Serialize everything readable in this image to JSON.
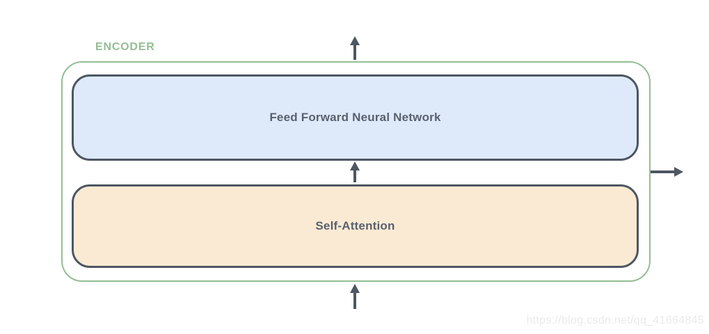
{
  "diagram": {
    "title": "ENCODER",
    "blocks": [
      {
        "id": "feed-forward",
        "label": "Feed Forward Neural Network",
        "fill": "#deeafa",
        "border": "#4d5662"
      },
      {
        "id": "self-attention",
        "label": "Self-Attention",
        "fill": "#fbead3",
        "border": "#4d5662"
      }
    ],
    "arrows": [
      {
        "name": "encoder-input-arrow",
        "direction": "up",
        "from": "below encoder",
        "to": "self-attention"
      },
      {
        "name": "ffn-input-arrow",
        "direction": "up",
        "from": "self-attention",
        "to": "feed-forward"
      },
      {
        "name": "encoder-output-arrow",
        "direction": "up",
        "from": "feed-forward",
        "to": "above encoder"
      },
      {
        "name": "encoder-side-arrow",
        "direction": "right",
        "from": "encoder right edge",
        "to": "outside"
      }
    ],
    "colors": {
      "encoder_border": "#94be94",
      "encoder_label": "#94be94",
      "arrow": "#4d5662",
      "block_text": "#59616e"
    }
  },
  "watermark": {
    "text": "https://blog.csdn.net/qq_41664845"
  }
}
